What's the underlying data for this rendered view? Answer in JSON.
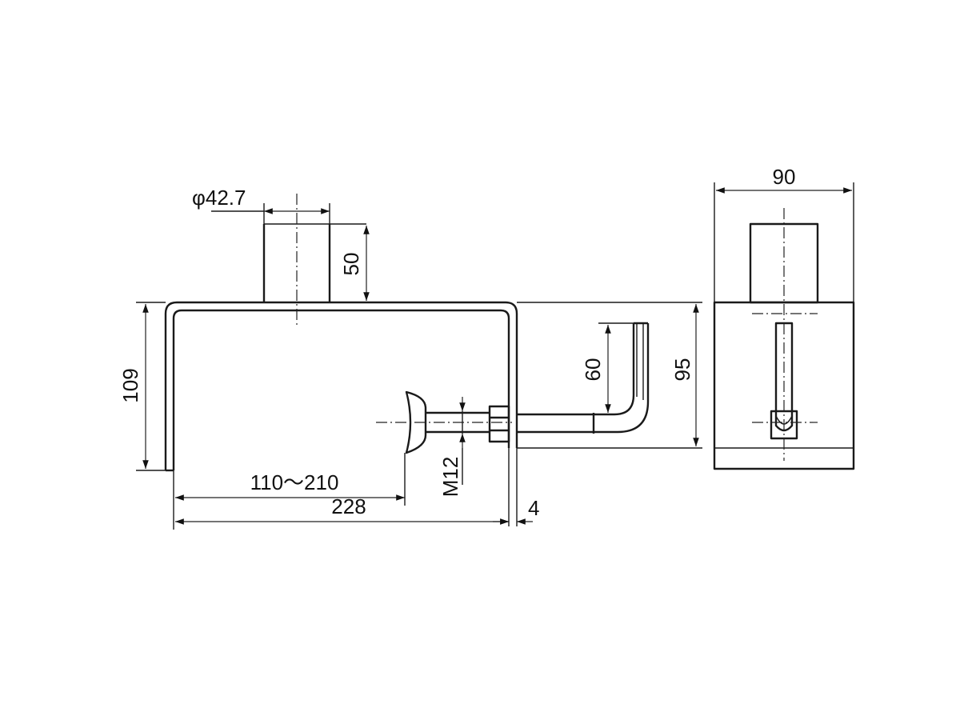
{
  "dimensions": {
    "pipe_diameter": "φ42.7",
    "pipe_height": "50",
    "overall_height": "109",
    "bolt_height": "60",
    "clamp_height": "95",
    "clamp_range": "110〜210",
    "overall_width": "228",
    "plate_thickness": "4",
    "bolt_thread": "M12",
    "side_width": "90"
  }
}
